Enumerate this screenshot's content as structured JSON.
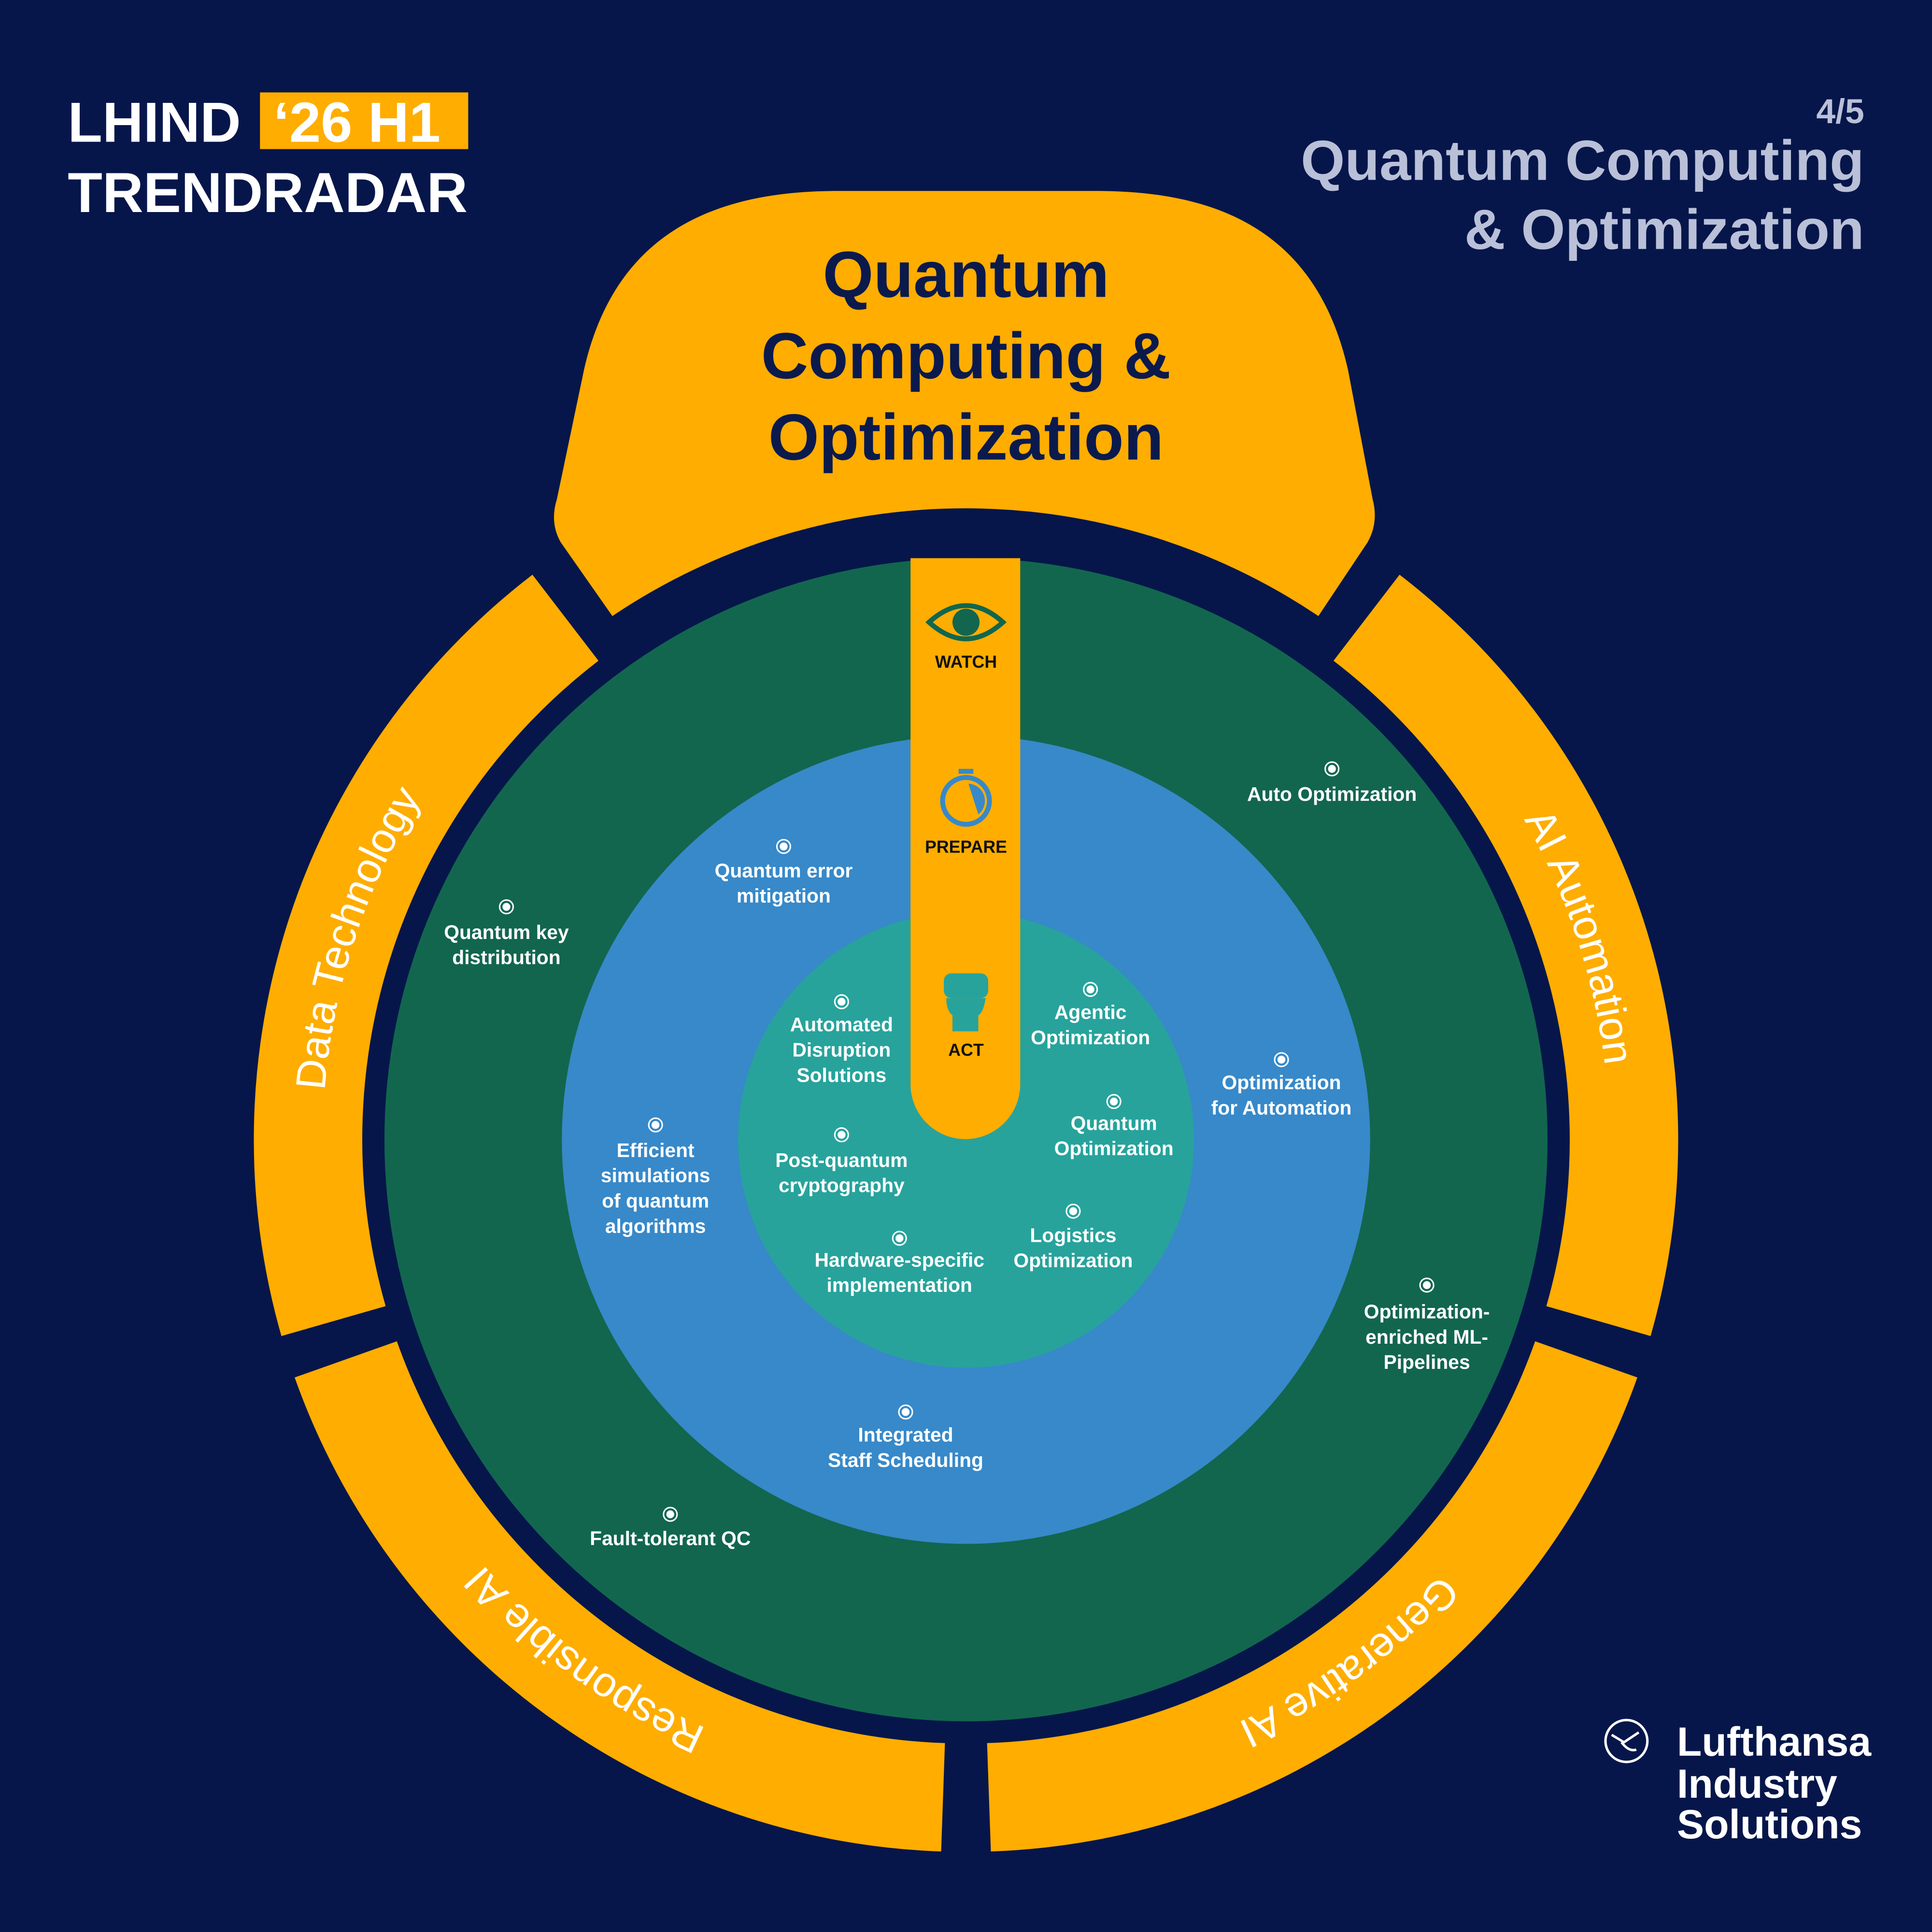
{
  "header": {
    "line1": "LHIND",
    "badge": "‘26 H1",
    "line2": "TRENDRADAR"
  },
  "topic": {
    "page": "4/5",
    "title_line1": "Quantum Computing",
    "title_line2": "& Optimization"
  },
  "cap_title": [
    "Quantum",
    "Computing &",
    "Optimization"
  ],
  "segments": {
    "left": "Data Technology",
    "right": "AI Automation",
    "bottom_right": "Generative AI",
    "bottom_left": "Responsible AI"
  },
  "stages": {
    "watch": "WATCH",
    "prepare": "PREPARE",
    "act": "ACT"
  },
  "items": [
    {
      "ring": "watch",
      "lines": [
        "Auto Optimization"
      ]
    },
    {
      "ring": "watch",
      "lines": [
        "Quantum key",
        "distribution"
      ]
    },
    {
      "ring": "watch",
      "lines": [
        "Fault-tolerant QC"
      ]
    },
    {
      "ring": "watch",
      "lines": [
        "Optimization-",
        "enriched ML-",
        "Pipelines"
      ]
    },
    {
      "ring": "prepare",
      "lines": [
        "Quantum error",
        "mitigation"
      ]
    },
    {
      "ring": "prepare",
      "lines": [
        "Optimization",
        "for Automation"
      ]
    },
    {
      "ring": "prepare",
      "lines": [
        "Efficient",
        "simulations",
        "of quantum",
        "algorithms"
      ]
    },
    {
      "ring": "prepare",
      "lines": [
        "Integrated",
        "Staff Scheduling"
      ]
    },
    {
      "ring": "act",
      "lines": [
        "Automated",
        "Disruption",
        "Solutions"
      ]
    },
    {
      "ring": "act",
      "lines": [
        "Agentic",
        "Optimization"
      ]
    },
    {
      "ring": "act",
      "lines": [
        "Quantum",
        "Optimization"
      ]
    },
    {
      "ring": "act",
      "lines": [
        "Post-quantum",
        "cryptography"
      ]
    },
    {
      "ring": "act",
      "lines": [
        "Hardware-specific",
        "implementation"
      ]
    },
    {
      "ring": "act",
      "lines": [
        "Logistics",
        "Optimization"
      ]
    }
  ],
  "logo": {
    "lines": [
      "Lufthansa",
      "Industry",
      "Solutions"
    ]
  },
  "colors": {
    "background": "#06164a",
    "accent": "#ffad00",
    "watch": "#12664e",
    "prepare": "#3789c9",
    "act": "#27a39c"
  }
}
